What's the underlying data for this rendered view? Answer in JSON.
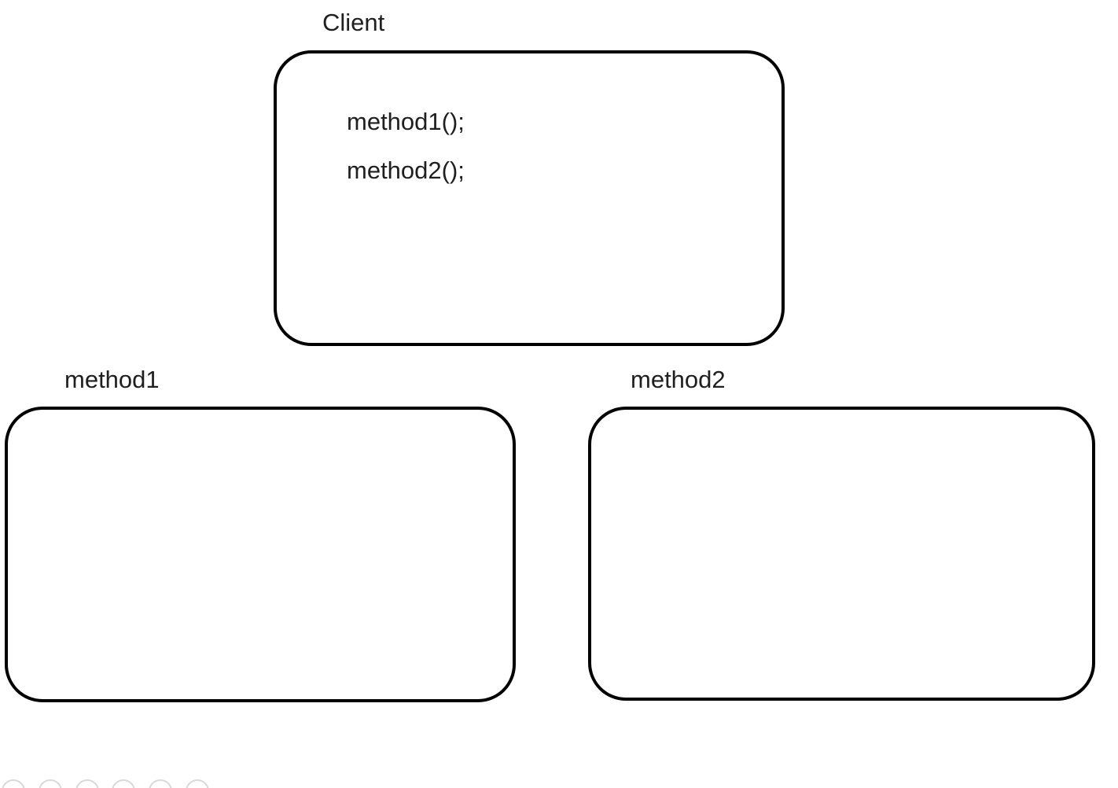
{
  "page": {
    "background_color": "#ffffff",
    "stroke_color": "#000000",
    "text_color": "#1f1f1f"
  },
  "diagram": {
    "boxes": [
      {
        "id": "client",
        "label": "Client",
        "body_lines": [
          "method1();",
          "method2();"
        ]
      },
      {
        "id": "method1",
        "label": "method1",
        "body_lines": []
      },
      {
        "id": "method2",
        "label": "method2",
        "body_lines": []
      }
    ]
  },
  "bottom_decoration": {
    "circle_count": 6,
    "circle_color": "#d9d9d9"
  }
}
